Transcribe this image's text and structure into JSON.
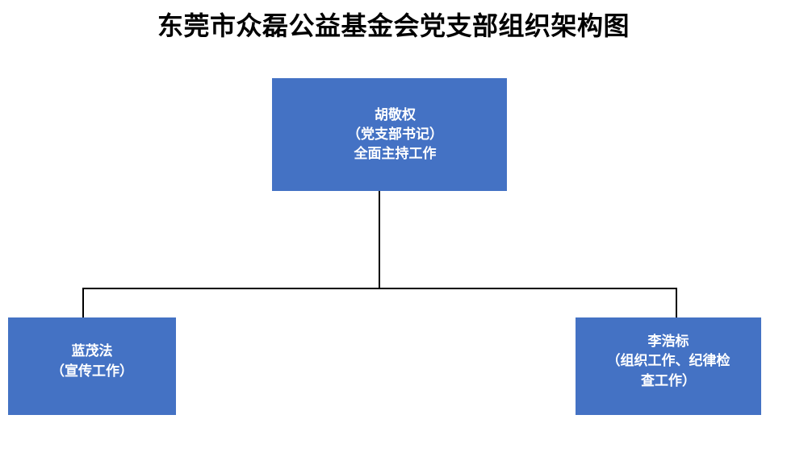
{
  "chart": {
    "type": "org-chart",
    "title": "东莞市众磊公益基金会党支部组织架构图",
    "node_fill_color": "#4472C4",
    "node_text_color": "#FFFFFF",
    "connector_color": "#000000",
    "background_color": "#FFFFFF",
    "nodes": {
      "root": {
        "name": "胡敬权",
        "role": "（党支部书记）",
        "duty": "全面主持工作",
        "text": "胡敬权\n（党支部书记）\n全面主持工作"
      },
      "left": {
        "name": "蓝茂法",
        "role": "（宣传工作）",
        "text": "蓝茂法\n（宣传工作）"
      },
      "right": {
        "name": "李浩标",
        "role": "（组织工作、纪律检查工作）",
        "text": "李浩标\n（组织工作、纪律检\n查工作）"
      }
    },
    "edges": [
      {
        "from": "root",
        "to": "left"
      },
      {
        "from": "root",
        "to": "right"
      }
    ]
  }
}
